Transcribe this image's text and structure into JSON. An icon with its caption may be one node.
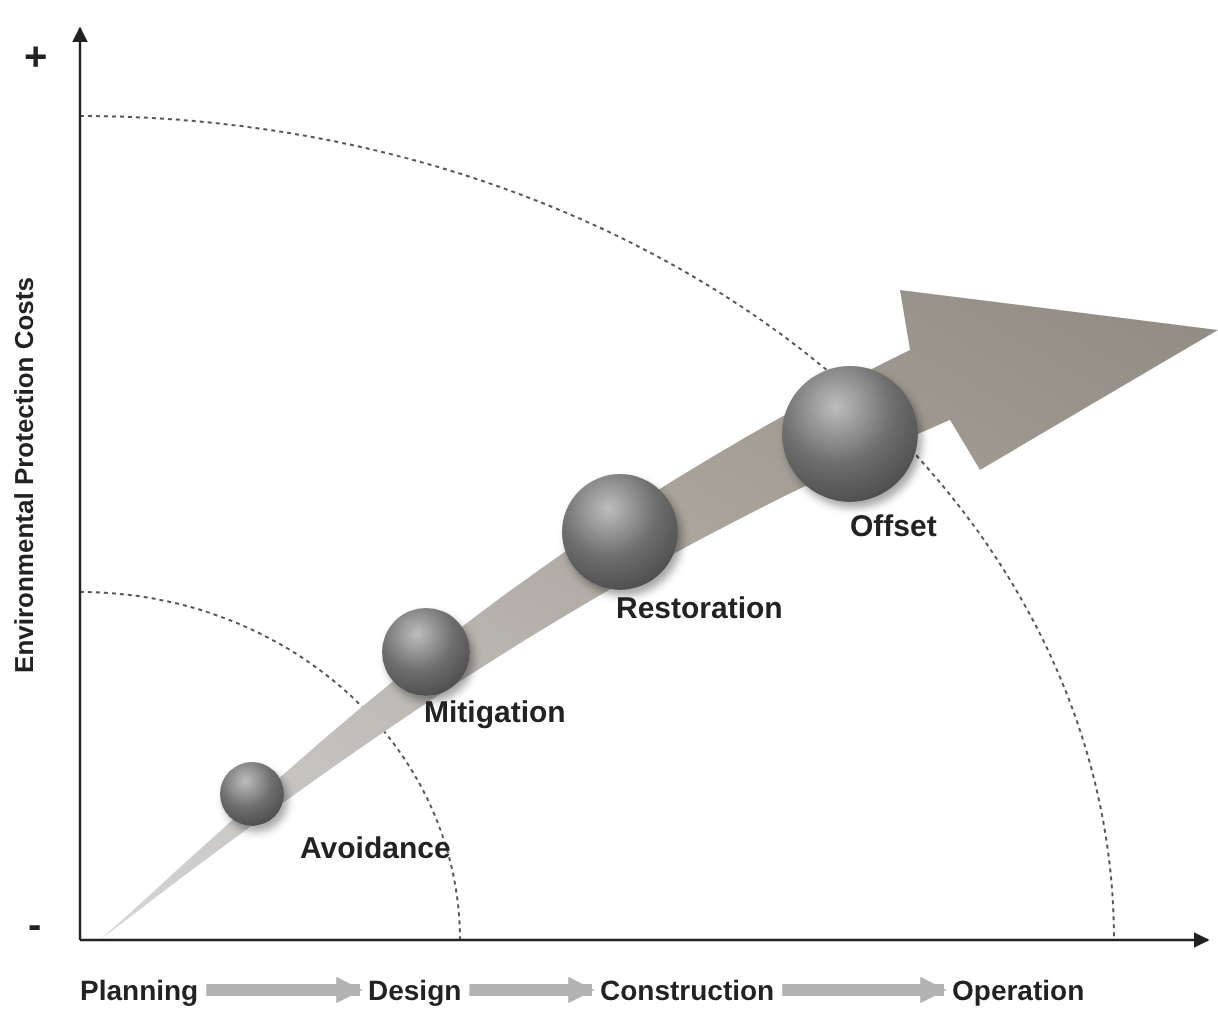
{
  "diagram": {
    "nodes": [
      {
        "text": [
          "Avoidance"
        ]
      },
      {
        "text": [
          "Mitigation"
        ]
      },
      {
        "text": [
          "Restoration"
        ]
      },
      {
        "text": [
          "Offset"
        ]
      },
      {
        "text": [
          "Planning"
        ]
      },
      {
        "text": [
          "Design"
        ]
      },
      {
        "text": [
          "Construction"
        ]
      },
      {
        "text": [
          "Operation"
        ]
      }
    ],
    "edges": [
      {
        "from": 4,
        "to": 5,
        "arrow": "to"
      },
      {
        "from": 5,
        "to": 6,
        "arrow": "to"
      },
      {
        "from": 6,
        "to": 7,
        "arrow": "to"
      }
    ],
    "labels": [
      "+",
      "Environmental Protection Costs",
      "-"
    ]
  }
}
